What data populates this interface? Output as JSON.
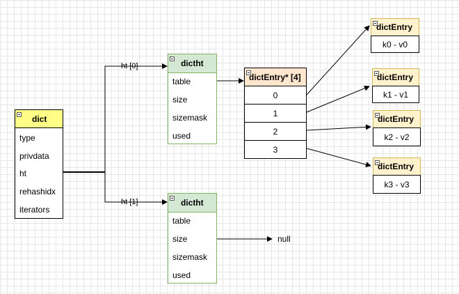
{
  "dict": {
    "title": "dict",
    "fields": [
      "type",
      "privdata",
      "ht",
      "rehashidx",
      "iterators"
    ]
  },
  "dictht0": {
    "title": "dictht",
    "edge_label": "ht [0]",
    "fields": [
      "table",
      "size",
      "sizemask",
      "used"
    ]
  },
  "dictht1": {
    "title": "dictht",
    "edge_label": "ht [1]",
    "fields": [
      "table",
      "size",
      "sizemask",
      "used"
    ]
  },
  "table": {
    "title": "dictEntry* [4]",
    "slots": [
      "0",
      "1",
      "2",
      "3"
    ]
  },
  "entries": [
    {
      "title": "dictEntry",
      "value": "k0 -  v0"
    },
    {
      "title": "dictEntry",
      "value": "k1 -  v1"
    },
    {
      "title": "dictEntry",
      "value": "k2 -  v2"
    },
    {
      "title": "dictEntry",
      "value": "k3 -  v3"
    }
  ],
  "null_label": "null",
  "colors": {
    "dict_header": "#ffff88",
    "dictht_header": "#d5e8d4",
    "dictht_border": "#82b366",
    "table_header": "#ffe6cc",
    "entry_header": "#fff2cc",
    "grid": "#e6e6e6"
  }
}
